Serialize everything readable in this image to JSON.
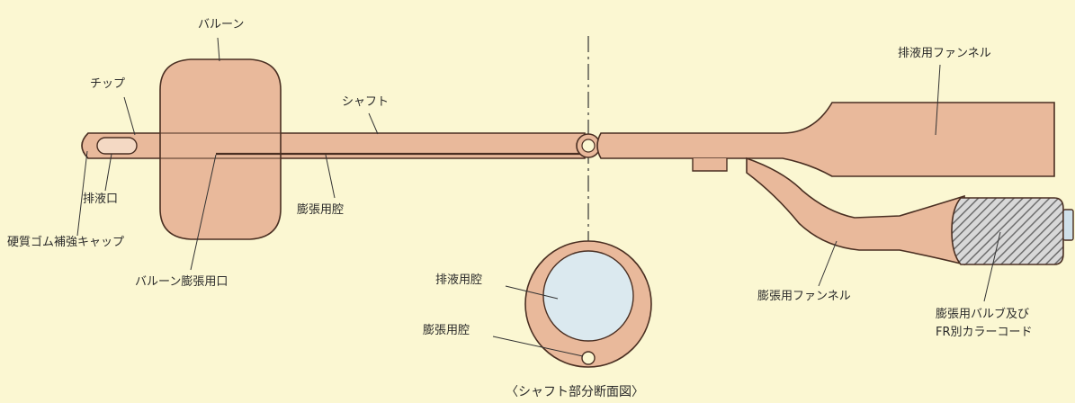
{
  "colors": {
    "background": "#fbf7d2",
    "tube_fill": "#e9b99b",
    "outline": "#4a2f22",
    "lumen_fill": "#dbe9ef",
    "valve_hatch": "#777777"
  },
  "labels": {
    "balloon": "バルーン",
    "tip": "チップ",
    "shaft": "シャフト",
    "drain_funnel": "排液用ファンネル",
    "drain_port": "排液口",
    "cap": "硬質ゴム補強キャップ",
    "inflation_lumen": "膨張用腔",
    "balloon_inflation_port": "バルーン膨張用口",
    "inflation_funnel": "膨張用ファンネル",
    "valve_line1": "膨張用バルブ及び",
    "valve_line2": "FR別カラーコード",
    "cs_drain_lumen": "排液用腔",
    "cs_inflation_lumen": "膨張用腔",
    "cs_caption": "〈シャフト部分断面図〉"
  }
}
